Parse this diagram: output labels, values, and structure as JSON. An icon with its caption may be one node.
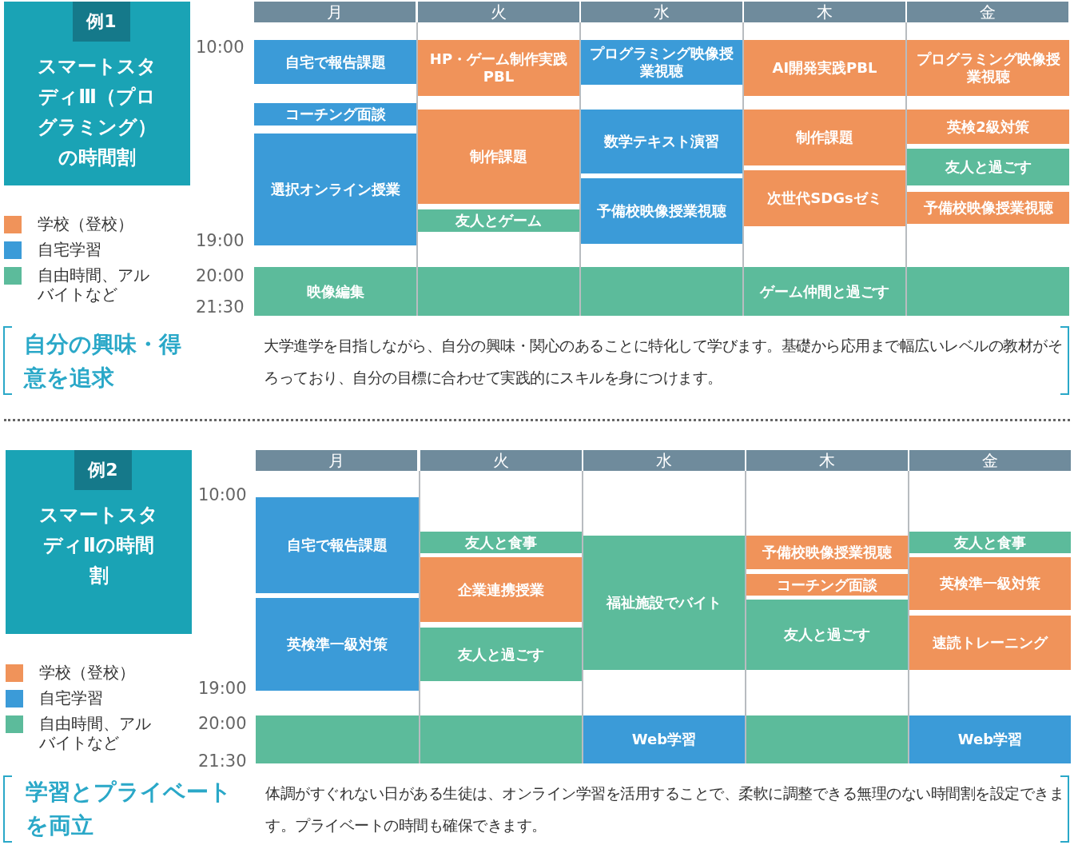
{
  "diagram": {
    "nodes": [
      {
        "text": [
          "例1",
          "スマートスタディⅢ（プログラミング）の時間割"
        ]
      },
      {
        "text": [
          "月"
        ]
      },
      {
        "text": [
          "火"
        ]
      },
      {
        "text": [
          "水"
        ]
      },
      {
        "text": [
          "木"
        ]
      },
      {
        "text": [
          "金"
        ]
      },
      {
        "text": [
          "自宅で報告課題"
        ]
      },
      {
        "text": [
          "コーチング面談"
        ]
      },
      {
        "text": [
          "選択オンライン授業"
        ]
      },
      {
        "text": [
          "映像編集"
        ]
      },
      {
        "text": [
          "HP・ゲーム制作実践PBL"
        ]
      },
      {
        "text": [
          "制作課題"
        ]
      },
      {
        "text": [
          "友人とゲーム"
        ]
      },
      {
        "text": [],
        "shape": "box"
      },
      {
        "text": [
          "プログラミング映像授業視聴"
        ]
      },
      {
        "text": [
          "数学テキスト演習"
        ]
      },
      {
        "text": [
          "予備校映像授業視聴"
        ]
      },
      {
        "text": [],
        "shape": "box"
      },
      {
        "text": [
          "AI開発実践PBL"
        ]
      },
      {
        "text": [
          "制作課題"
        ]
      },
      {
        "text": [
          "次世代SDGsゼミ"
        ]
      },
      {
        "text": [
          "ゲーム仲間と過ごす"
        ]
      },
      {
        "text": [
          "プログラミング映像授業視聴"
        ]
      },
      {
        "text": [
          "英検2級対策"
        ]
      },
      {
        "text": [
          "友人と過ごす"
        ]
      },
      {
        "text": [
          "予備校映像授業視聴"
        ]
      },
      {
        "text": [],
        "shape": "box"
      },
      {
        "text": [
          "例2",
          "スマートスタディⅡの時間割"
        ]
      },
      {
        "text": [
          "月"
        ]
      },
      {
        "text": [
          "火"
        ]
      },
      {
        "text": [
          "水"
        ]
      },
      {
        "text": [
          "木"
        ]
      },
      {
        "text": [
          "金"
        ]
      },
      {
        "text": [
          "自宅で報告課題"
        ]
      },
      {
        "text": [
          "英検準一級対策"
        ]
      },
      {
        "text": [],
        "shape": "box"
      },
      {
        "text": [
          "友人と食事"
        ]
      },
      {
        "text": [
          "企業連携授業"
        ]
      },
      {
        "text": [
          "友人と過ごす"
        ]
      },
      {
        "text": [],
        "shape": "box"
      },
      {
        "text": [
          "福祉施設でバイト"
        ]
      },
      {
        "text": [
          "Web学習"
        ]
      },
      {
        "text": [
          "予備校映像授業視聴"
        ]
      },
      {
        "text": [
          "コーチング面談"
        ]
      },
      {
        "text": [
          "友人と過ごす"
        ]
      },
      {
        "text": [],
        "shape": "box"
      },
      {
        "text": [
          "友人と食事"
        ]
      },
      {
        "text": [
          "英検準一級対策"
        ]
      },
      {
        "text": [
          "速読トレーニング"
        ]
      },
      {
        "text": [
          "Web学習"
        ]
      }
    ],
    "labels": [
      "10:00",
      "19:00",
      "20:00",
      "21:30",
      "自分の興味・得意を追求",
      "大学進学を目指しながら、自分の興味・関心のあることに特化して学びます。基礎から応用まで幅広いレベルの教材がそろっており、自分の目標に合わせて実践的にスキルを身につけます。",
      "10:00",
      "19:00",
      "20:00",
      "21:30",
      "学習とプライベートを両立",
      "体調がすぐれない日がある生徒は、オンライン学習を活用することで、柔軟に調整できる無理のない時間割を設定できます。プライベートの時間も確保できます。"
    ],
    "legend": [
      {
        "text": "学校（登校）",
        "color": "#f0935a"
      },
      {
        "text": "自宅学習",
        "color": "#3b9bd8"
      },
      {
        "text": "自由時間、アルバイトなど",
        "color": "#5cbb9b"
      },
      {
        "text": "学校（登校）",
        "color": "#f0935a"
      },
      {
        "text": "自宅学習",
        "color": "#3b9bd8"
      },
      {
        "text": "自由時間、アルバイトなど",
        "color": "#5cbb9b"
      }
    ]
  }
}
